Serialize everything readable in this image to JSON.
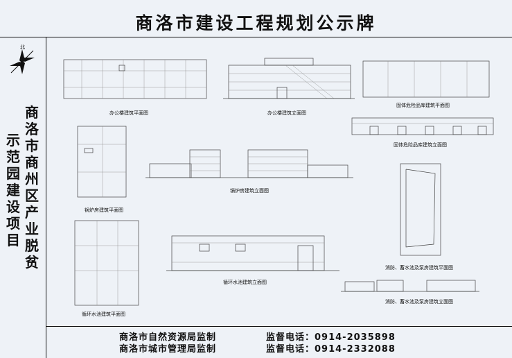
{
  "title": "商洛市建设工程规划公示牌",
  "sidebar": {
    "north_label": "北",
    "col1": "商洛市商州区产业脱贫",
    "col2": "示范园建设项目"
  },
  "captions": {
    "office_plan": "办公楼建筑平面图",
    "office_elev": "办公楼建筑立面图",
    "warehouse_plan": "固体危险品库建筑平面图",
    "warehouse_elev": "固体危险品库建筑立面图",
    "boiler_plan": "锅炉房建筑平面图",
    "boiler_elev": "锅炉房建筑立面图",
    "pool_plan": "循环水池建筑平面图",
    "pool_elev": "循环水池建筑立面图",
    "pump_plan": "消防、蓄水池及泵房建筑平面图",
    "pump_elev": "消防、蓄水池及泵房建筑立面图"
  },
  "footer": {
    "line1_org": "商洛市自然资源局监制",
    "line2_org": "商洛市城市管理局监制",
    "line1_phone": "监督电话：0914-2035898",
    "line2_phone": "监督电话：0914-2332088"
  }
}
